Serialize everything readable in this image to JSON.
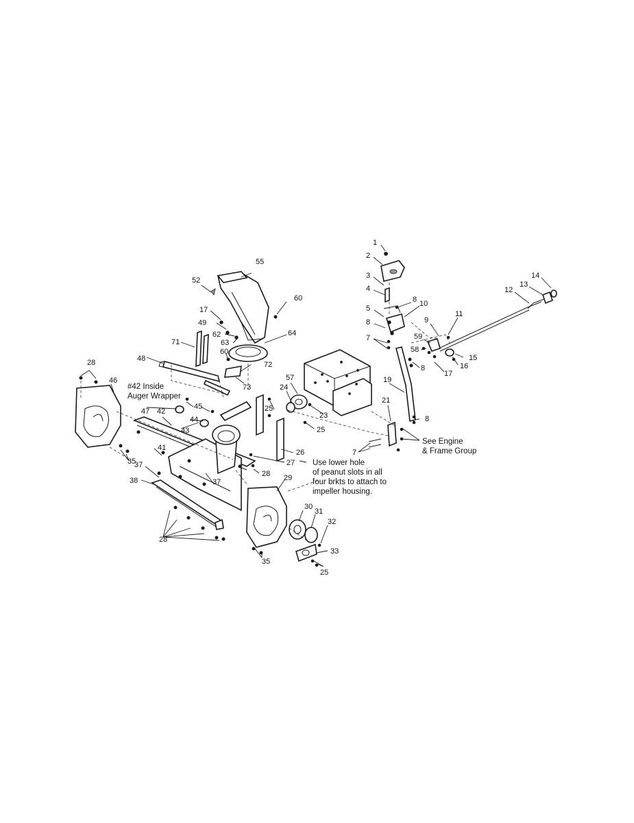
{
  "callouts": {
    "n1": "1",
    "n2": "2",
    "n3": "3",
    "n4": "4",
    "n5": "5",
    "n7a": "7",
    "n7b": "7",
    "n8a": "8",
    "n8b": "8",
    "n8c": "8",
    "n8d": "8",
    "n9": "9",
    "n10": "10",
    "n11": "11",
    "n12": "12",
    "n13": "13",
    "n14": "14",
    "n15": "15",
    "n16": "16",
    "n17a": "17",
    "n17b": "17",
    "n19": "19",
    "n21": "21",
    "n23": "23",
    "n24": "24",
    "n25a": "25",
    "n25b": "25",
    "n25c": "25",
    "n26": "26",
    "n27": "27",
    "n28a": "28",
    "n28b": "28",
    "n28c": "28",
    "n29": "29",
    "n30": "30",
    "n31": "31",
    "n32": "32",
    "n33": "33",
    "n35a": "35",
    "n35b": "35",
    "n37a": "37",
    "n37b": "37",
    "n38": "38",
    "n41": "41",
    "n42": "42",
    "n43": "43",
    "n44": "44",
    "n45": "45",
    "n46": "46",
    "n47": "47",
    "n48": "48",
    "n49": "49",
    "n52": "52",
    "n55": "55",
    "n57": "57",
    "n58": "58",
    "n59": "59",
    "n60a": "60",
    "n60b": "60",
    "n62": "62",
    "n63": "63",
    "n64": "64",
    "n71": "71",
    "n72": "72",
    "n73": "73"
  },
  "notes": {
    "inside_line1": "#42 Inside",
    "inside_line2": "Auger Wrapper",
    "engine_line1": "See Engine",
    "engine_line2": "& Frame Group",
    "lower_line1": "Use lower hole",
    "lower_line2": "of peanut slots in all",
    "lower_line3": "four brkts to attach to",
    "lower_line4": "impeller housing."
  }
}
